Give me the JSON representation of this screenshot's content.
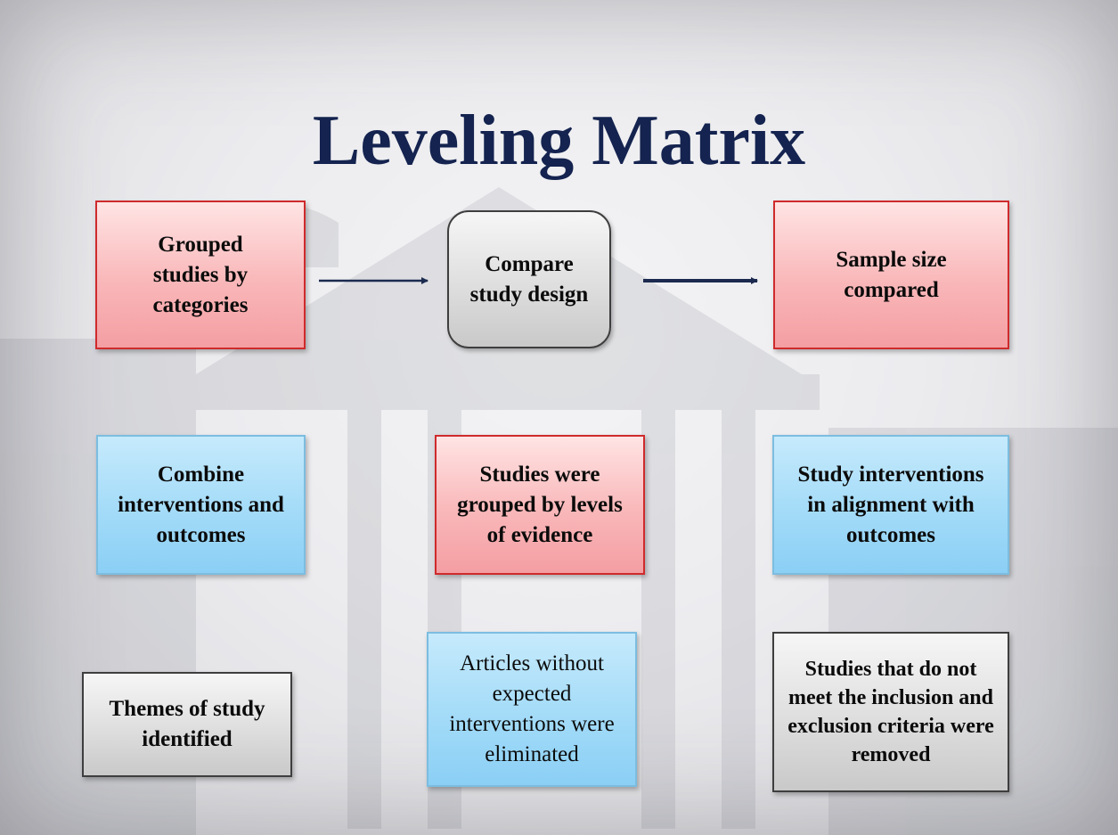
{
  "slide": {
    "title": "Leveling Matrix"
  },
  "boxes": {
    "grouped": "Grouped studies by categories",
    "compare": "Compare study design",
    "sample": "Sample size compared",
    "combine": "Combine interventions and outcomes",
    "levels": "Studies were grouped by levels of evidence",
    "alignment": "Study interventions in alignment with outcomes",
    "themes": "Themes of study identified",
    "articles": "Articles without expected interventions were eliminated",
    "removed": "Studies that do not meet the inclusion and exclusion criteria were removed"
  },
  "colors": {
    "title": "#14234f",
    "red_border": "#cf2a2c",
    "red_fill": "#f9b7b9",
    "blue_border": "#7cbde0",
    "blue_fill": "#a3dbf8",
    "gray_border": "#3e3e3e",
    "gray_fill": "#dedede",
    "arrow": "#1b2a4e"
  }
}
